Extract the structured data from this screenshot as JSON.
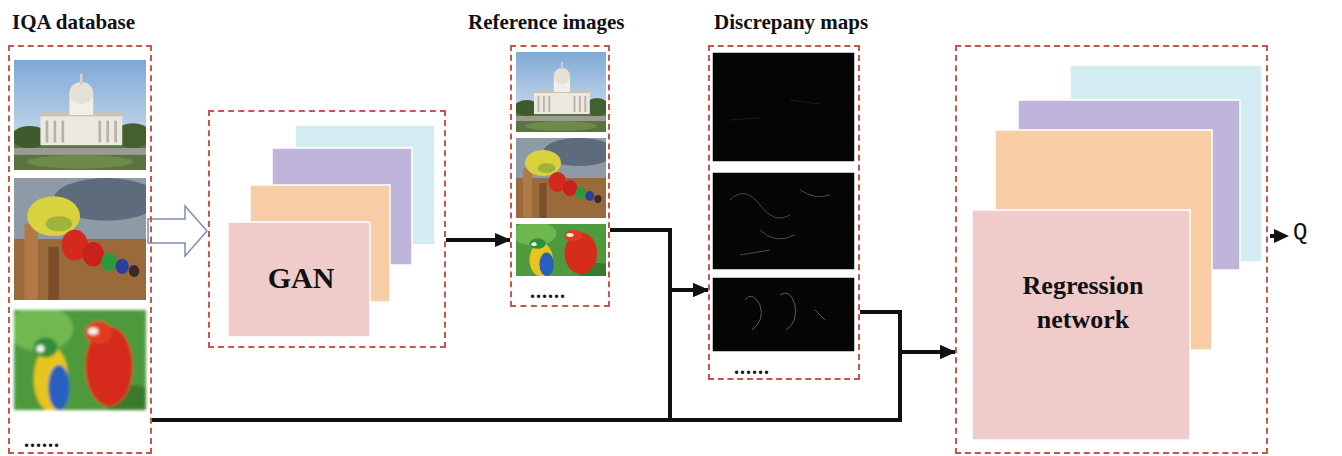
{
  "diagram": {
    "nodes": [
      {
        "text": [
          "IQA database",
          "......"
        ]
      },
      {
        "text": [
          "GAN"
        ]
      },
      {
        "text": [
          "Reference images",
          "......"
        ]
      },
      {
        "text": [
          "Discrepany maps",
          "......"
        ]
      },
      {
        "text": [
          "Regression network"
        ]
      }
    ],
    "edges": [
      {
        "from": 0,
        "to": 1,
        "arrow": "to"
      },
      {
        "from": 1,
        "to": 2,
        "arrow": "to"
      },
      {
        "from": 2,
        "to": 3,
        "arrow": "to"
      },
      {
        "from": 0,
        "to": 3,
        "arrow": "to"
      },
      {
        "from": 3,
        "to": 4,
        "arrow": "to"
      },
      {
        "from": 0,
        "to": 4,
        "arrow": "to"
      }
    ],
    "labels": [
      "Q"
    ]
  }
}
